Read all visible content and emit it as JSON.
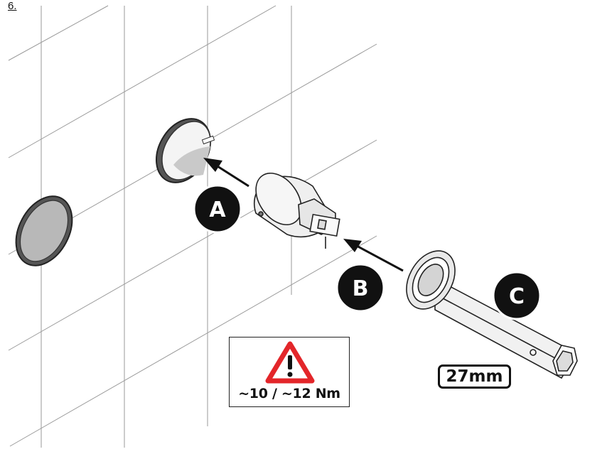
{
  "step": {
    "number": "6."
  },
  "callouts": {
    "a": {
      "letter": "A"
    },
    "b": {
      "letter": "B"
    },
    "c": {
      "letter": "C"
    }
  },
  "warning": {
    "icon": "warning-triangle-icon",
    "icon_color": "#e3262a",
    "torque_text": "~10 / ~12 Nm"
  },
  "tool": {
    "size_label": "27mm"
  },
  "colors": {
    "callout_fill": "#111111",
    "line": "#222222"
  }
}
